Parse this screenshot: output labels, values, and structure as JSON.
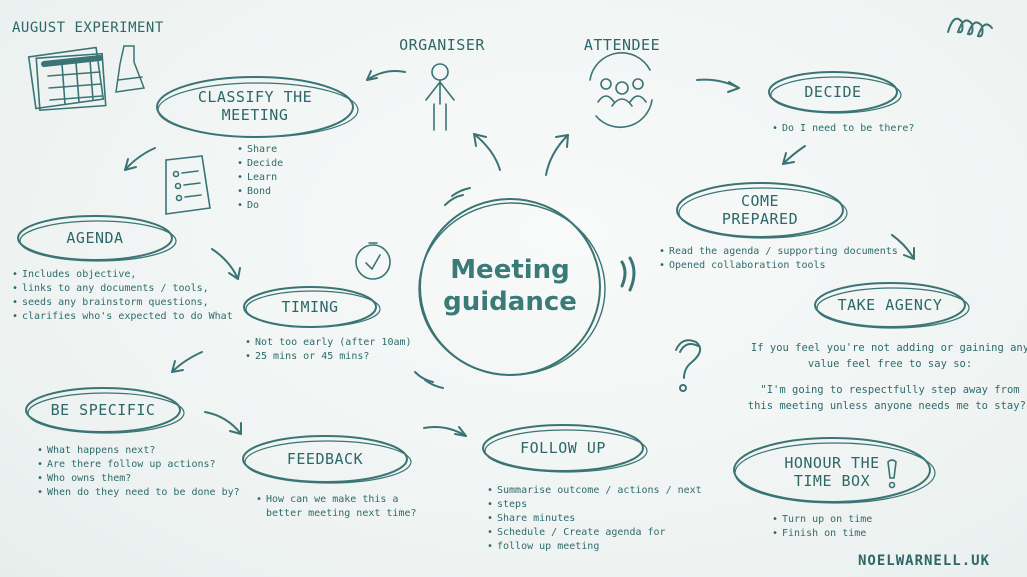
{
  "corner_title": "AUGUST EXPERIMENT",
  "site": "NOELWARNELL.UK",
  "center": {
    "line1": "Meeting",
    "line2": "guidance"
  },
  "organiser": "ORGANISER",
  "attendee": "ATTENDEE",
  "classify": {
    "line1": "CLASSIFY THE",
    "line2": "MEETING",
    "items": [
      "Share",
      "Decide",
      "Learn",
      "Bond",
      "Do"
    ]
  },
  "agenda": {
    "label": "AGENDA",
    "items": [
      "Includes objective,",
      "links to any documents / tools,",
      "seeds any brainstorm questions,",
      "clarifies who's expected to do What"
    ]
  },
  "timing": {
    "label": "TIMING",
    "items": [
      "Not too early (after 10am)",
      "25 mins or 45 mins?"
    ]
  },
  "be_specific": {
    "label": "BE SPECIFIC",
    "items": [
      "What happens next?",
      "Are there follow up actions?",
      "Who owns them?",
      "When do they need to be done by?"
    ]
  },
  "feedback": {
    "label": "FEEDBACK",
    "items": [
      "How can we make this a",
      "better meeting next time?"
    ]
  },
  "follow_up": {
    "label": "FOLLOW UP",
    "items": [
      "Summarise outcome / actions / next",
      "steps",
      "Share minutes",
      "Schedule / Create agenda for",
      "follow up meeting"
    ]
  },
  "decide": {
    "label": "DECIDE",
    "items": [
      "Do I need to be there?"
    ]
  },
  "come_prepared": {
    "line1": "COME",
    "line2": "PREPARED",
    "items": [
      "Read the agenda / supporting documents",
      "Opened collaboration tools"
    ]
  },
  "take_agency": {
    "label": "TAKE AGENCY",
    "text1": "If you feel you're not adding or gaining any",
    "text2": "value feel free to say so:",
    "quote1": "\"I'm going to respectfully step away from",
    "quote2": "this meeting unless anyone needs me to stay?\""
  },
  "honour": {
    "line1": "HONOUR THE",
    "line2": "TIME BOX",
    "items": [
      "Turn up on time",
      "Finish on time"
    ]
  },
  "colors": {
    "ink": "#2f6b6b",
    "accent": "#3a7a78",
    "background": "#eef3f2"
  }
}
